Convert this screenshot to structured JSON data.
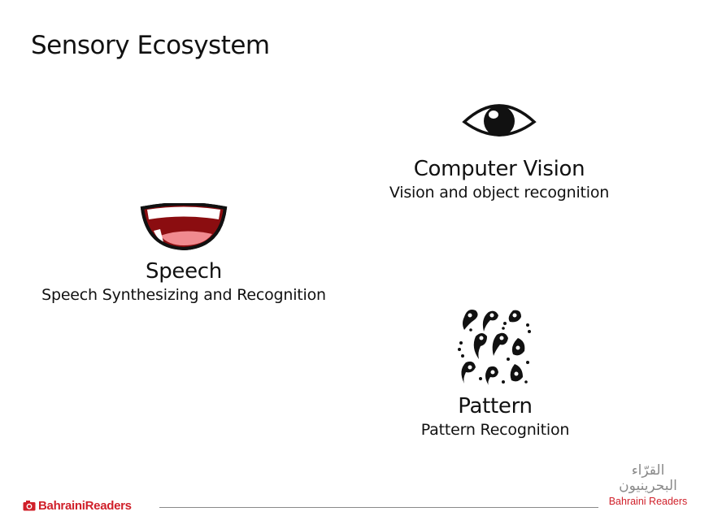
{
  "slide": {
    "title": "Sensory Ecosystem"
  },
  "sections": {
    "vision": {
      "heading": "Computer Vision",
      "subtitle": "Vision and object recognition",
      "icon": "eye-icon"
    },
    "speech": {
      "heading": "Speech",
      "subtitle": "Speech Synthesizing and Recognition",
      "icon": "mouth-icon"
    },
    "pattern": {
      "heading": "Pattern",
      "subtitle": "Pattern Recognition",
      "icon": "paisley-pattern-icon"
    }
  },
  "footer": {
    "left_logo_text": "BahrainiReaders",
    "corner_logo_arabic_line1": "القرّاء",
    "corner_logo_arabic_line2": "البحرينيون",
    "corner_logo_english": "Bahraini Readers"
  },
  "colors": {
    "accent_red": "#d0202a",
    "mouth_dark_red": "#8b0d10",
    "mouth_pink": "#f08a8f",
    "rule_gray": "#8a8a8a"
  }
}
